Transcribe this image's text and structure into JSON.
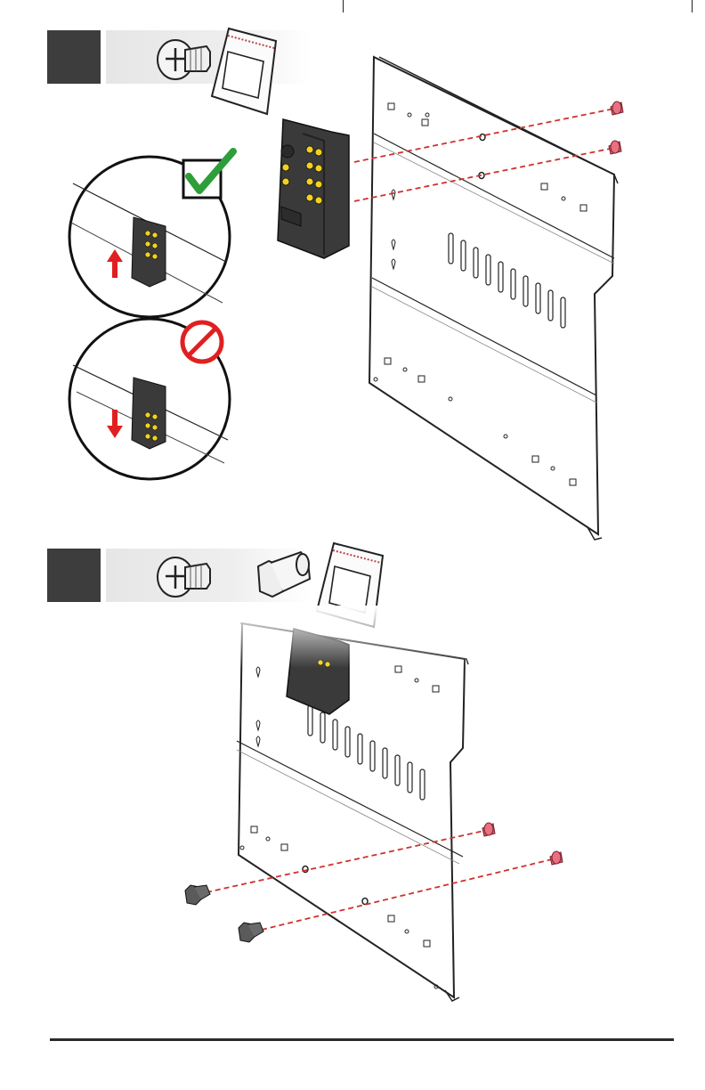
{
  "page": {
    "type": "assembly-instructions",
    "text_visible": false
  },
  "steps": [
    {
      "hardware": [
        "screw-icon",
        "parts-bag-icon"
      ],
      "orientation_check": [
        {
          "icon": "checkmark-icon",
          "status": "correct",
          "arrow": "up"
        },
        {
          "icon": "prohibited-icon",
          "status": "incorrect",
          "arrow": "down"
        }
      ]
    },
    {
      "hardware": [
        "screw-icon",
        "nut-cap-icon",
        "parts-bag-icon"
      ]
    }
  ],
  "colors": {
    "step_badge": "#3d3d3d",
    "guide_line": "#d0312d",
    "screw": "#e06070",
    "check": "#2e9e3a",
    "prohibited": "#e02020",
    "arrow": "#e02020",
    "bracket": "#3a3a3a",
    "bracket_highlight": "#f2d21b"
  }
}
